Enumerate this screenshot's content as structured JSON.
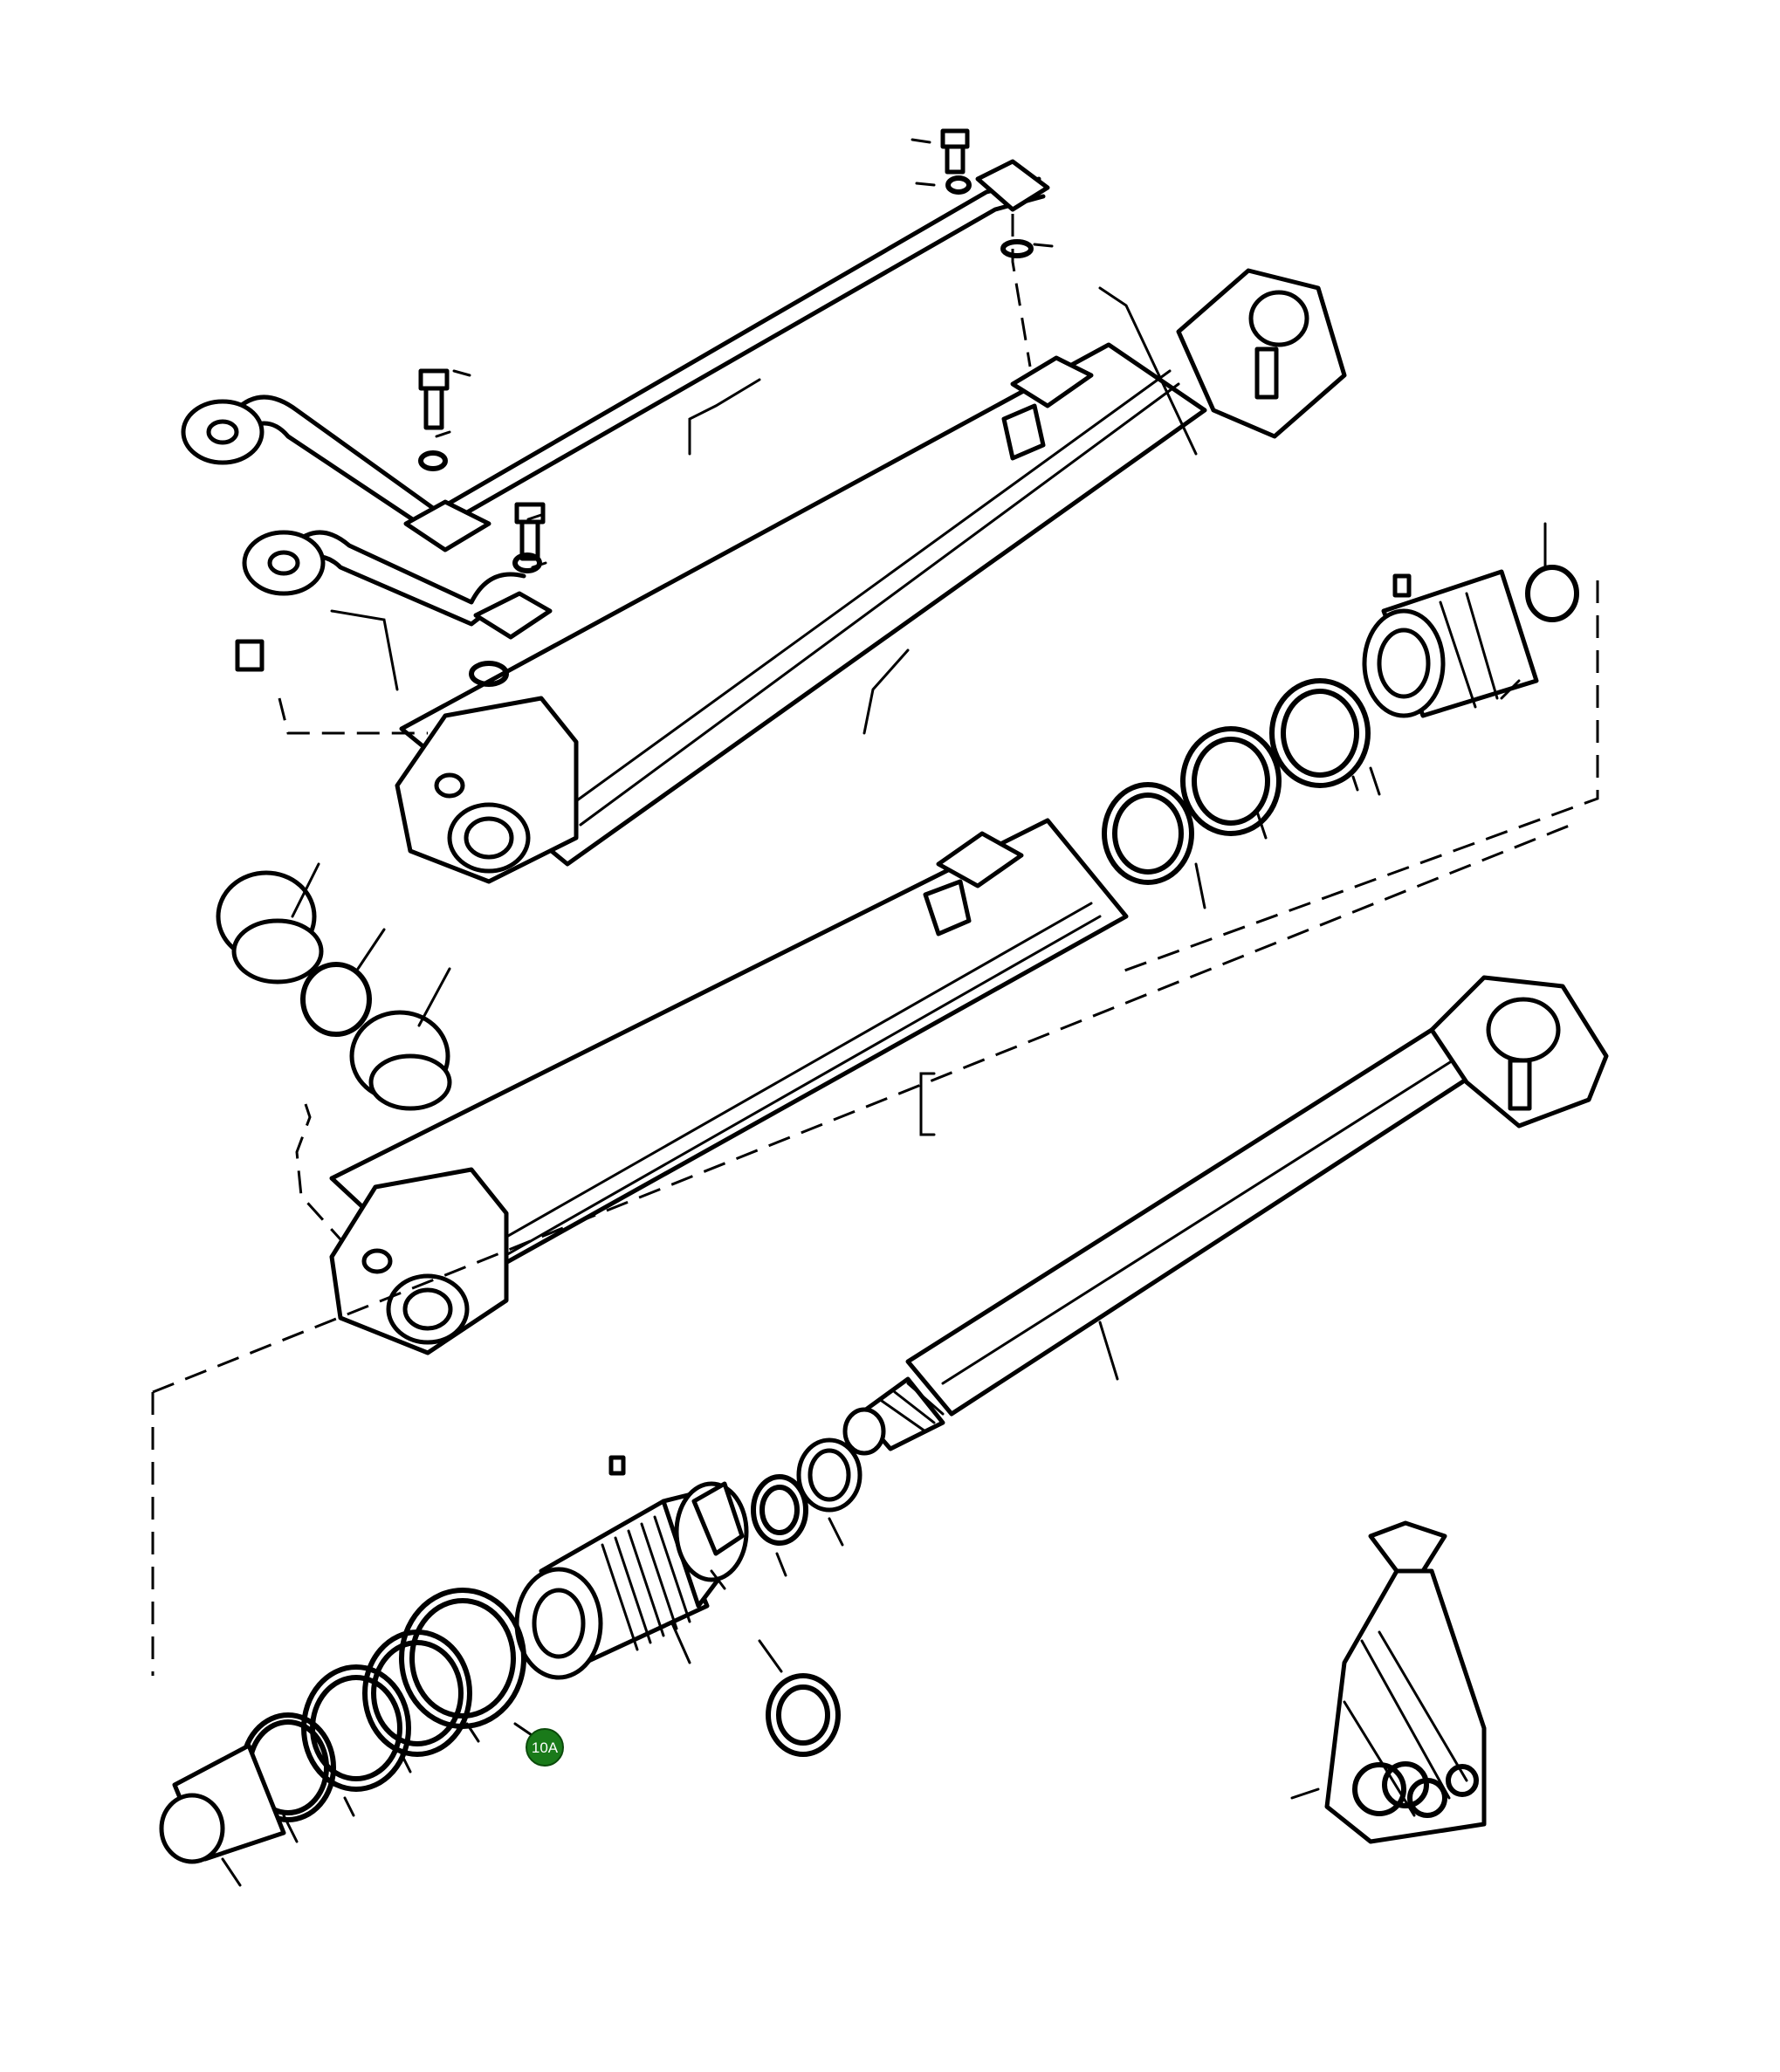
{
  "hotspot": {
    "label": "10A",
    "color": "#1a7a1a"
  },
  "icons": [
    "hydraulic-cylinder",
    "piston-rod",
    "seal-kit-bag"
  ]
}
